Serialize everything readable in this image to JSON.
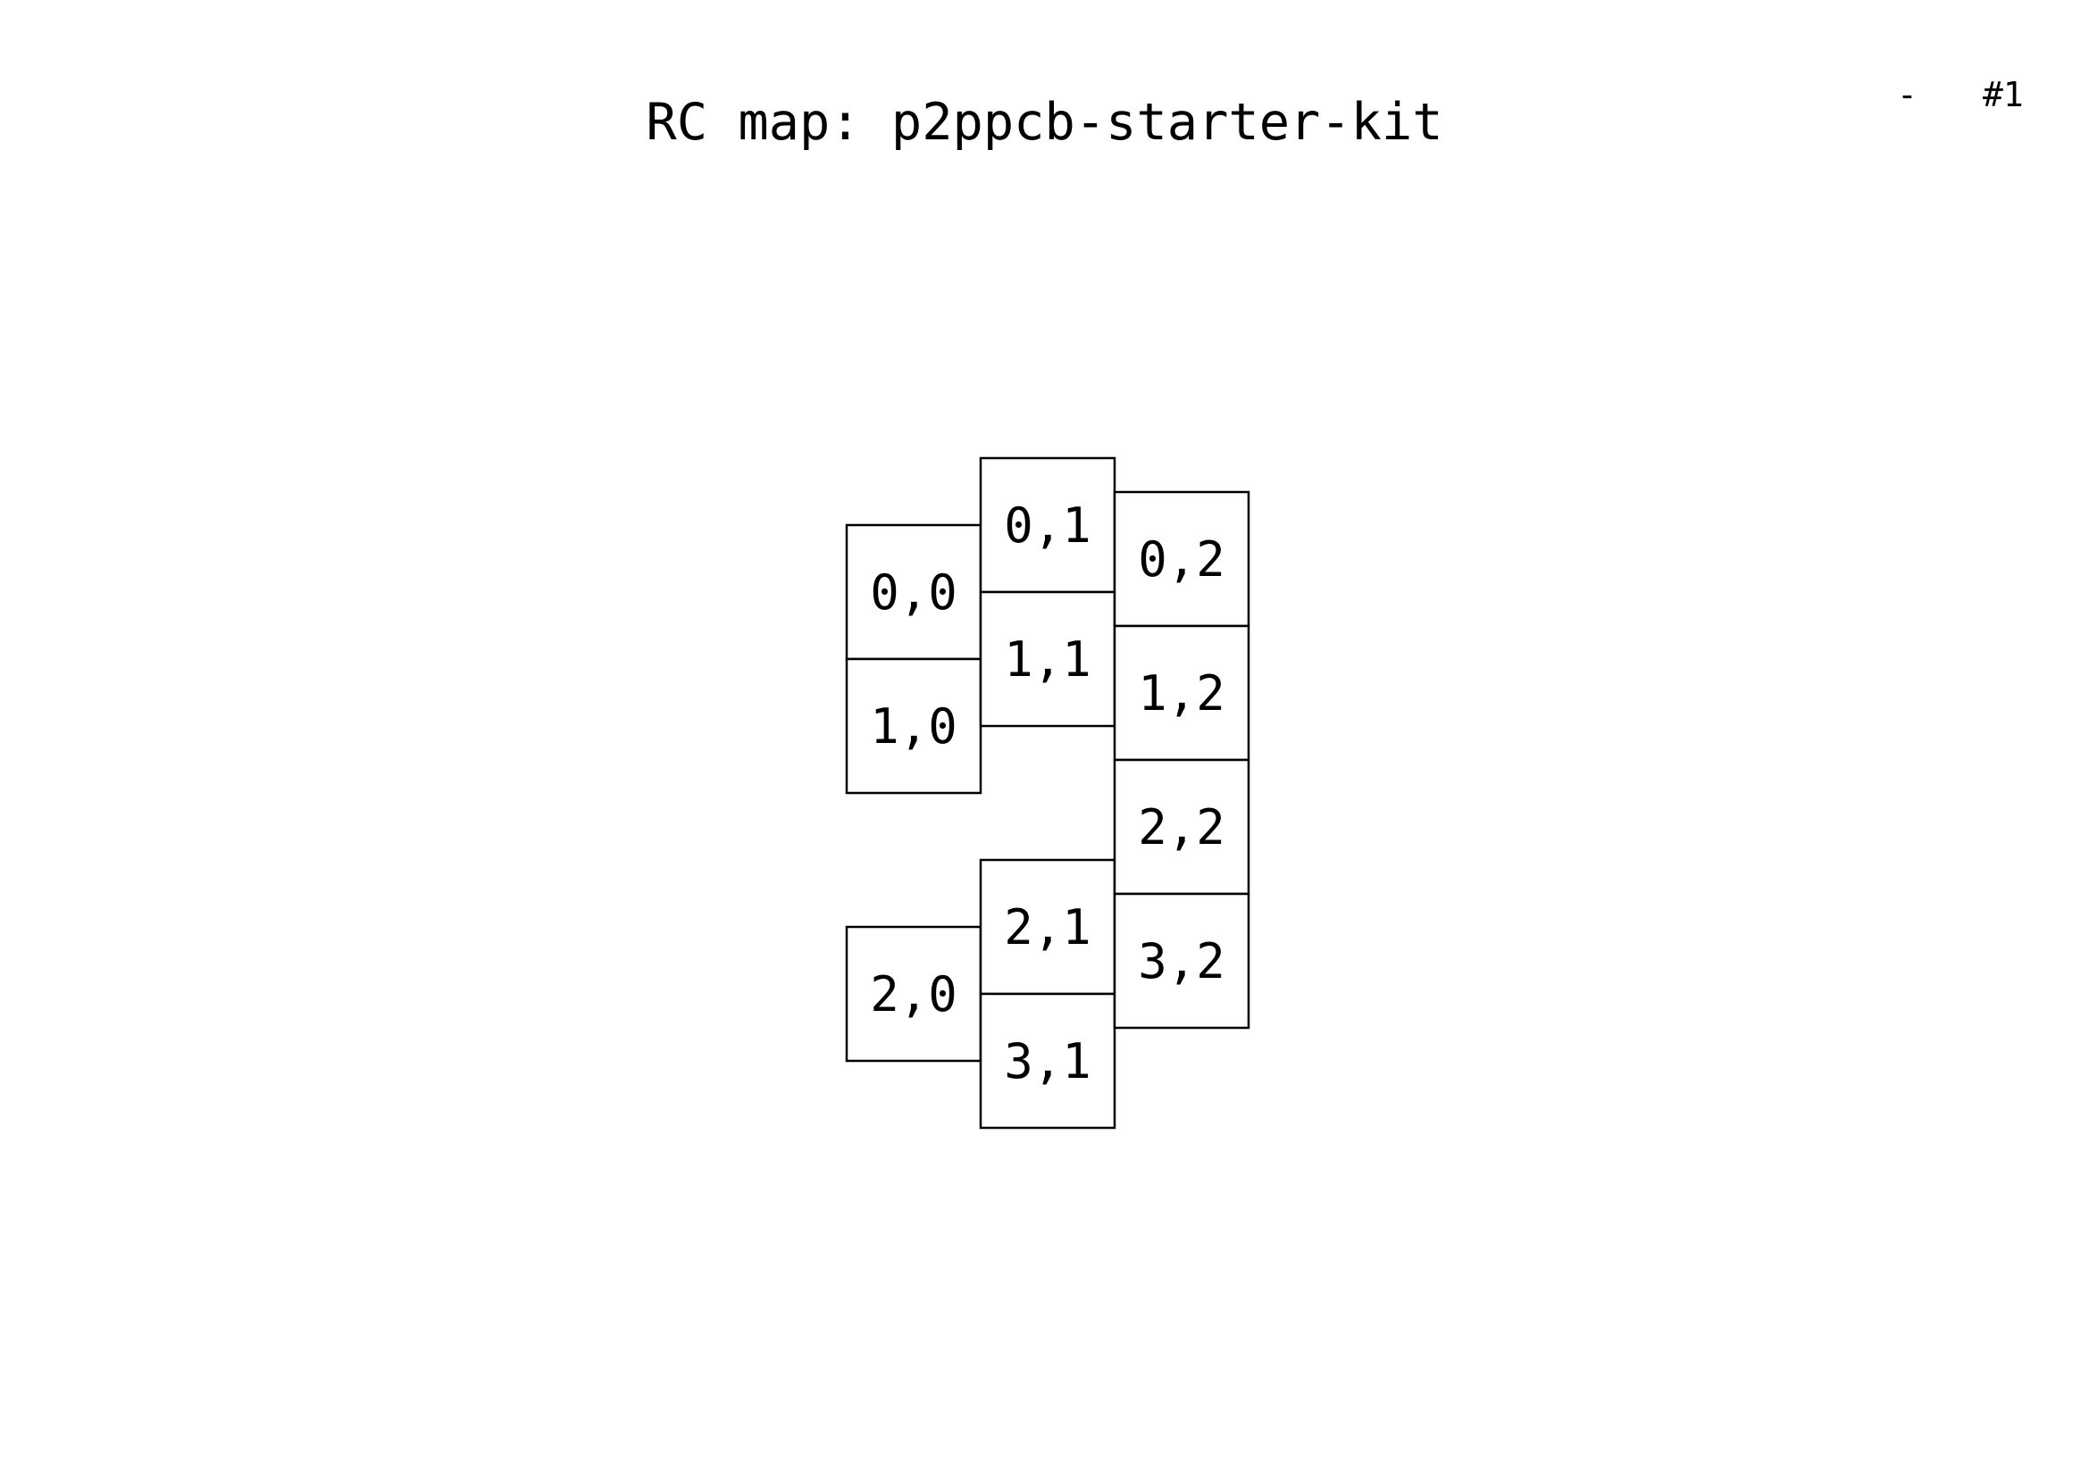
{
  "header": {
    "title": "RC map: p2ppcb-starter-kit",
    "dash": "-",
    "page_number": "#1"
  },
  "keys": [
    {
      "label": "0,0",
      "row": 0,
      "col": 0
    },
    {
      "label": "1,0",
      "row": 1,
      "col": 0
    },
    {
      "label": "2,0",
      "row": 2,
      "col": 0
    },
    {
      "label": "0,1",
      "row": 0,
      "col": 1
    },
    {
      "label": "1,1",
      "row": 1,
      "col": 1
    },
    {
      "label": "2,1",
      "row": 2,
      "col": 1
    },
    {
      "label": "3,1",
      "row": 3,
      "col": 1
    },
    {
      "label": "0,2",
      "row": 0,
      "col": 2
    },
    {
      "label": "1,2",
      "row": 1,
      "col": 2
    },
    {
      "label": "2,2",
      "row": 2,
      "col": 2
    },
    {
      "label": "3,2",
      "row": 3,
      "col": 2
    }
  ]
}
